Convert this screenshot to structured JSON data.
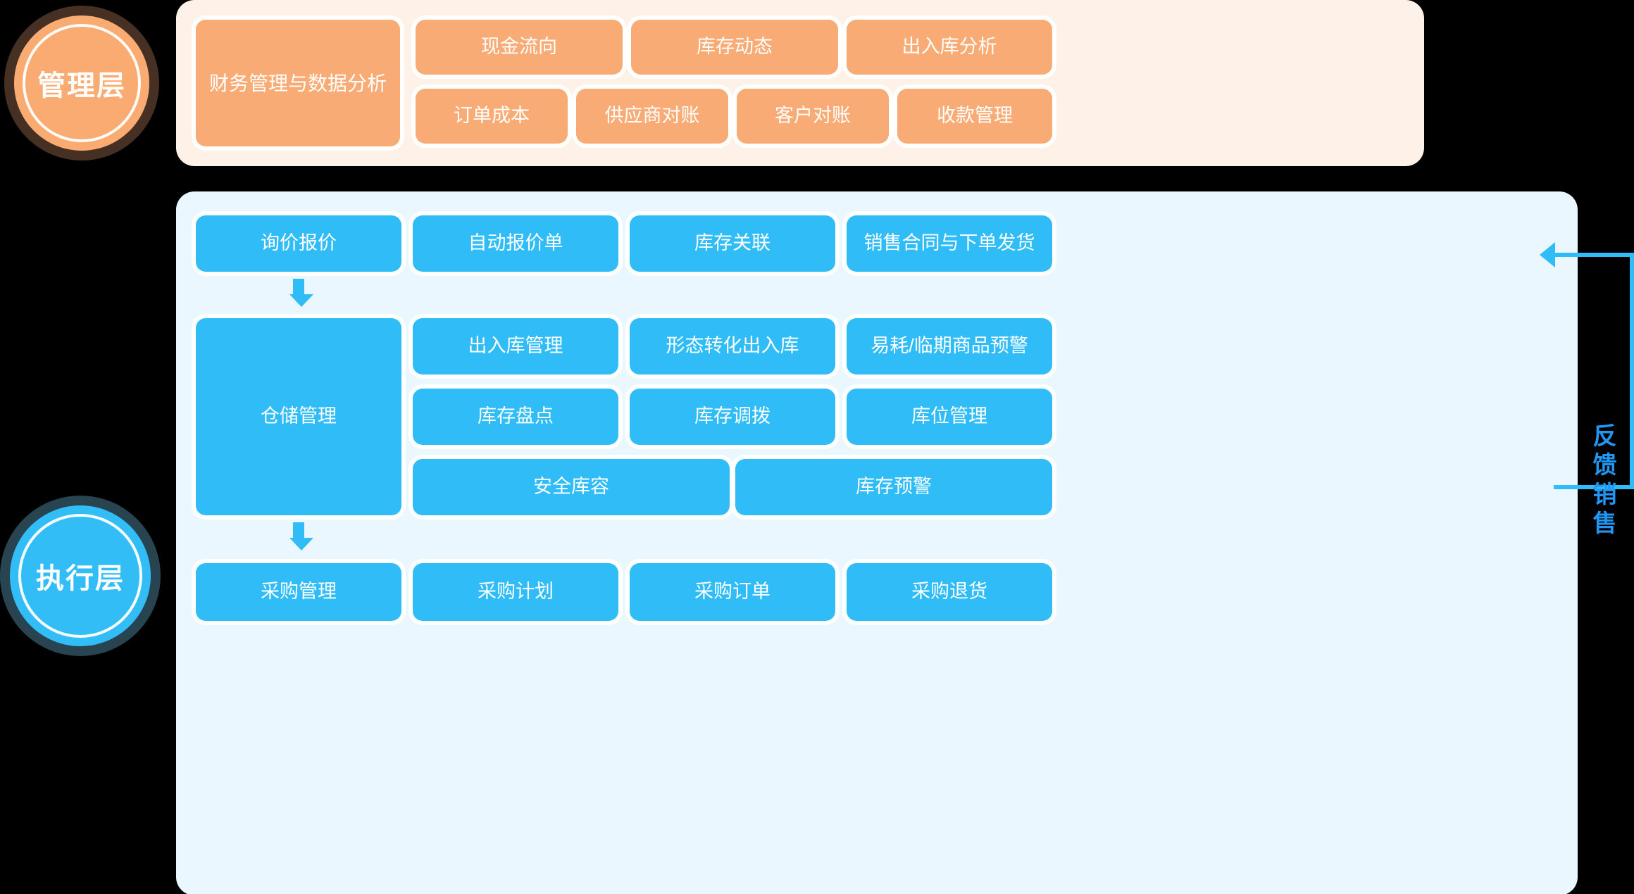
{
  "colors": {
    "background": "#000000",
    "management_accent": "#f8ab74",
    "management_panel": "#fdf1e8",
    "execution_accent": "#2fbcf7",
    "execution_panel": "#eaf7fe",
    "feedback_text": "#2196f3",
    "node_text": "#ffffff"
  },
  "management_layer": {
    "badge_label": "管理层",
    "primary": {
      "label": "财务管理与数据分析"
    },
    "row1": [
      {
        "label": "现金流向"
      },
      {
        "label": "库存动态"
      },
      {
        "label": "出入库分析"
      }
    ],
    "row2": [
      {
        "label": "订单成本"
      },
      {
        "label": "供应商对账"
      },
      {
        "label": "客户对账"
      },
      {
        "label": "收款管理"
      }
    ]
  },
  "execution_layer": {
    "badge_label": "执行层",
    "row_sales": [
      {
        "label": "询价报价"
      },
      {
        "label": "自动报价单"
      },
      {
        "label": "库存关联"
      },
      {
        "label": "销售合同与下单发货"
      }
    ],
    "warehouse": {
      "label": "仓储管理"
    },
    "warehouse_row1": [
      {
        "label": "出入库管理"
      },
      {
        "label": "形态转化出入库"
      },
      {
        "label": "易耗/临期商品预警"
      }
    ],
    "warehouse_row2": [
      {
        "label": "库存盘点"
      },
      {
        "label": "库存调拨"
      },
      {
        "label": "库位管理"
      }
    ],
    "warehouse_row3": [
      {
        "label": "安全库容"
      },
      {
        "label": "库存预警"
      }
    ],
    "row_purchase": [
      {
        "label": "采购管理"
      },
      {
        "label": "采购计划"
      },
      {
        "label": "采购订单"
      },
      {
        "label": "采购退货"
      }
    ],
    "arrows": [
      {
        "name": "arrow-inquiry-to-warehouse",
        "direction": "down"
      },
      {
        "name": "arrow-warehouse-to-purchase",
        "direction": "down"
      }
    ]
  },
  "feedback_connector": {
    "label": "反馈销售",
    "direction": "left",
    "target": "销售合同与下单发货"
  }
}
